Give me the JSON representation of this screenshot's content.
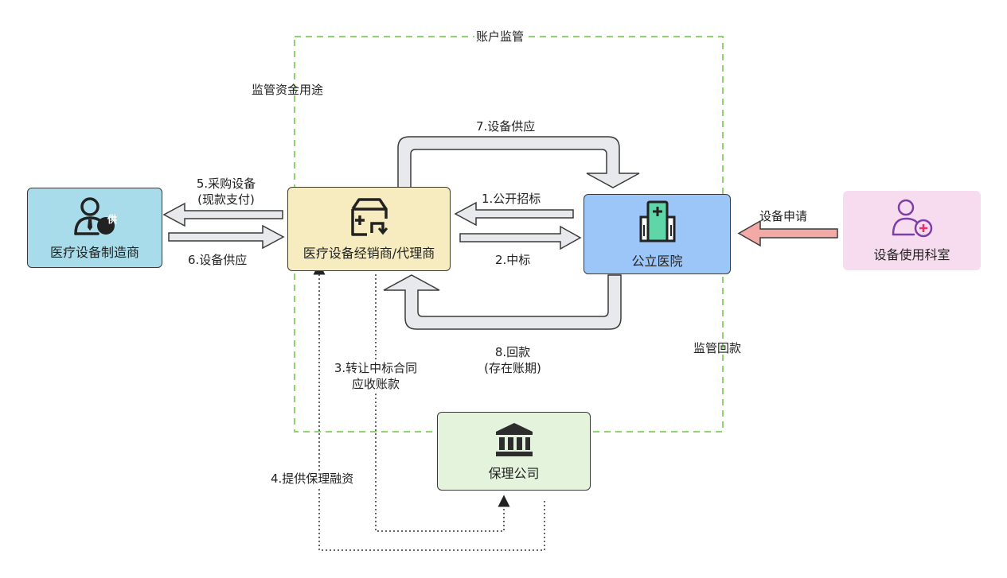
{
  "supervision": {
    "account_label": "账户监管",
    "fund_use_label": "监管资金用途",
    "repayment_label": "监管回款"
  },
  "nodes": {
    "manufacturer": {
      "label": "医疗设备制造商",
      "badge": "供",
      "icon": "supplier-person-icon",
      "color": "#a8dcea"
    },
    "distributor": {
      "label": "医疗设备经销商/代理商",
      "icon": "box-add-icon",
      "color": "#f7ecbf"
    },
    "hospital": {
      "label": "公立医院",
      "icon": "hospital-icon",
      "color": "#9cc6f7"
    },
    "department": {
      "label": "设备使用科室",
      "icon": "user-medical-icon",
      "color": "#f7dcef"
    },
    "factoring": {
      "label": "保理公司",
      "icon": "bank-icon",
      "color": "#e4f4dc"
    }
  },
  "edges": {
    "e1": "1.公开招标",
    "e2": "2.中标",
    "e3_line1": "3.转让中标合同",
    "e3_line2": "应收账款",
    "e4": "4.提供保理融资",
    "e5_line1": "5.采购设备",
    "e5_line2": "(现款支付)",
    "e6": "6.设备供应",
    "e7": "7.设备供应",
    "e8_line1": "8.回款",
    "e8_line2": "(存在账期)",
    "apply": "设备申请"
  }
}
